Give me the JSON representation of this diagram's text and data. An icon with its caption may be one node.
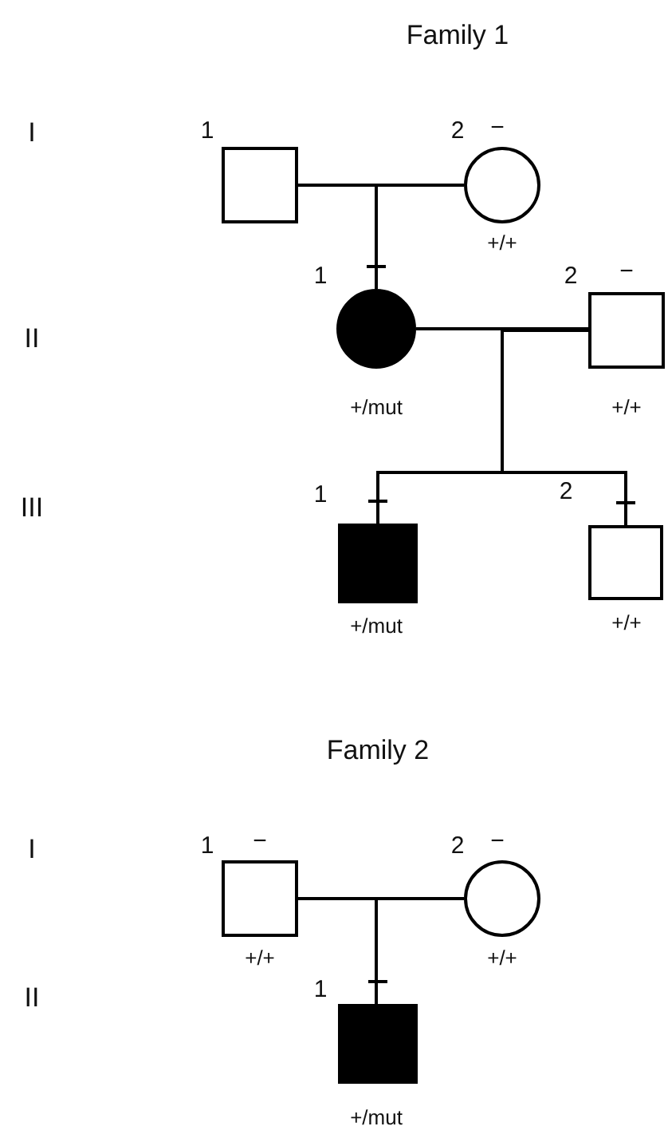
{
  "diagram": {
    "nodes": [
      {
        "text": [],
        "shape": "box",
        "beside": [
          "1"
        ]
      },
      {
        "text": [],
        "shape": "circle",
        "beside": [
          "2",
          "−",
          "+/+"
        ]
      },
      {
        "text": [],
        "shape": "disc",
        "beside": [
          "1",
          "+/mut"
        ]
      },
      {
        "text": [],
        "shape": "box",
        "beside": [
          "2",
          "−",
          "+/+"
        ]
      },
      {
        "text": [],
        "shape": "block",
        "beside": [
          "1",
          "+/mut"
        ]
      },
      {
        "text": [],
        "shape": "box",
        "beside": [
          "2",
          "+/+"
        ]
      },
      {
        "text": [],
        "shape": "box",
        "beside": [
          "1",
          "−",
          "+/+"
        ]
      },
      {
        "text": [],
        "shape": "circle",
        "beside": [
          "2",
          "−",
          "+/+"
        ]
      },
      {
        "text": [],
        "shape": "block",
        "beside": [
          "1",
          "+/mut"
        ]
      }
    ],
    "edges": [
      {
        "from": 0,
        "to": 1,
        "arrow": "none"
      },
      {
        "from": 0,
        "to": 2,
        "arrow": "none"
      },
      {
        "from": 1,
        "to": 2,
        "arrow": "none"
      },
      {
        "from": 2,
        "to": 3,
        "arrow": "none"
      },
      {
        "from": 2,
        "to": 4,
        "arrow": "none"
      },
      {
        "from": 3,
        "to": 4,
        "arrow": "none"
      },
      {
        "from": 2,
        "to": 5,
        "arrow": "none"
      },
      {
        "from": 3,
        "to": 5,
        "arrow": "none"
      },
      {
        "from": 6,
        "to": 7,
        "arrow": "none"
      },
      {
        "from": 6,
        "to": 8,
        "arrow": "none"
      },
      {
        "from": 7,
        "to": 8,
        "arrow": "none"
      }
    ],
    "labels": [
      "Family 1",
      "I",
      "II",
      "III",
      "Family 2",
      "I",
      "II"
    ]
  }
}
